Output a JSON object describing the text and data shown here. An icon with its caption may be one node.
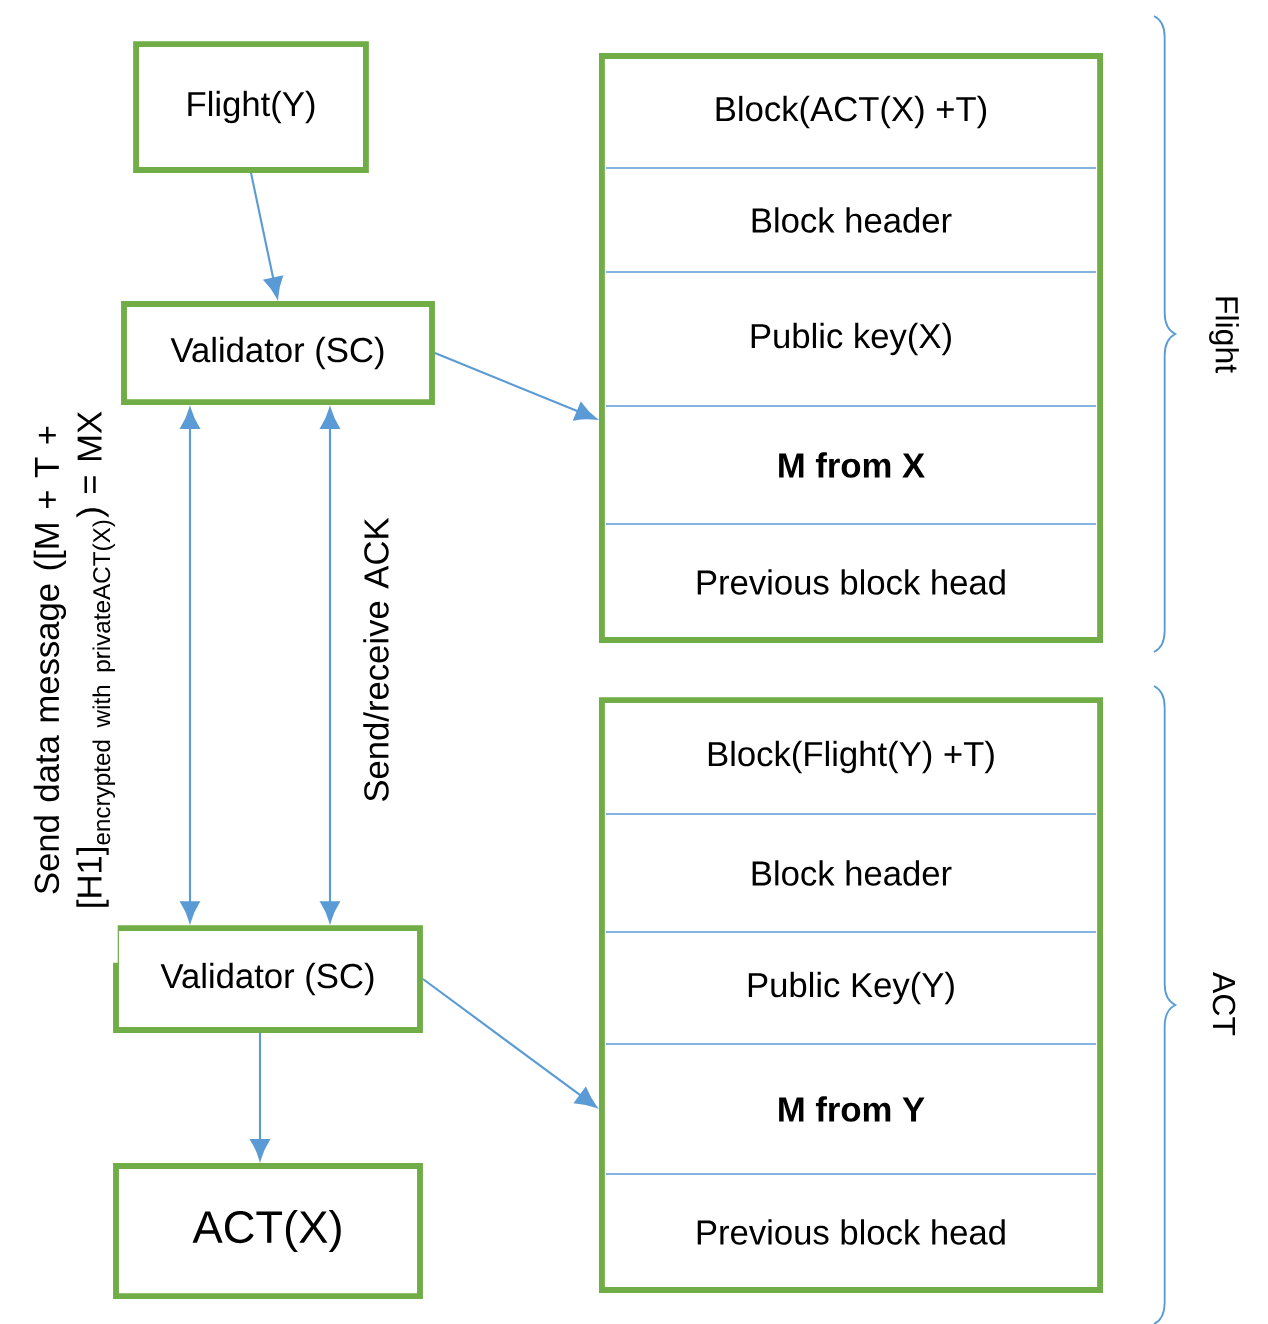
{
  "diagram": {
    "nodes": [
      {
        "text": [
          "Flight(Y)"
        ]
      },
      {
        "text": [
          "Validator (SC)"
        ]
      },
      {
        "text": [
          "Validator (SC)"
        ]
      },
      {
        "text": [
          "ACT(X)"
        ]
      },
      {
        "text": [],
        "shape": "box"
      },
      {
        "text": [
          "Block(ACT(X) +T)"
        ],
        "in": 4
      },
      {
        "text": [
          "Block header"
        ],
        "in": 4
      },
      {
        "text": [
          "Public key(X)"
        ],
        "in": 4
      },
      {
        "text": [
          "M from X"
        ],
        "in": 4
      },
      {
        "text": [
          "Previous block head"
        ],
        "in": 4
      },
      {
        "text": [],
        "shape": "box"
      },
      {
        "text": [
          "Block(Flight(Y) +T)"
        ],
        "in": 10
      },
      {
        "text": [
          "Block header"
        ],
        "in": 10
      },
      {
        "text": [
          "Public Key(Y)"
        ],
        "in": 10
      },
      {
        "text": [
          "M from Y"
        ],
        "in": 10
      },
      {
        "text": [
          "Previous block head"
        ],
        "in": 10
      }
    ],
    "edges": [
      {
        "from": 0,
        "to": 1,
        "arrow": "to"
      },
      {
        "from": 1,
        "to": 4,
        "arrow": "to"
      },
      {
        "from": 1,
        "to": 2,
        "arrow": "both",
        "label": "\\begin{array}{c}\\text{Send data message ([M + T +}\\\\ \\text{[H1]}_{\\text{encrypted with privateACT(X)}}\\text{) = MX}\\end{array}"
      },
      {
        "from": 1,
        "to": 2,
        "arrow": "both",
        "label": "Send/receive ACK"
      },
      {
        "from": 2,
        "to": 10,
        "arrow": "to"
      },
      {
        "from": 2,
        "to": 3,
        "arrow": "to"
      }
    ],
    "labels": [
      "Flight",
      "ACT"
    ]
  }
}
